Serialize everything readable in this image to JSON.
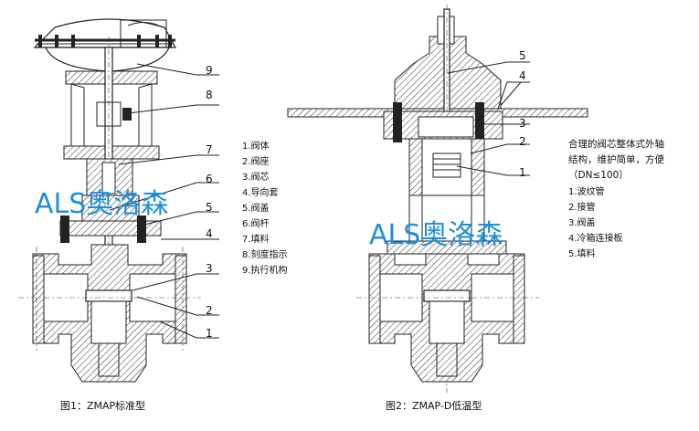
{
  "watermark": {
    "left": "ALS奥洛森",
    "right": "ALS奥洛森"
  },
  "fig1": {
    "caption": "图1：ZMAP标准型",
    "callouts": [
      "9",
      "8",
      "7",
      "6",
      "5",
      "4",
      "3",
      "2",
      "1"
    ],
    "legend": [
      "1.阀体",
      "2.阀座",
      "3.阀芯",
      "4.导向套",
      "5.阀盖",
      "6.阀杆",
      "7.填料",
      "8.刻度指示",
      "9.执行机构"
    ]
  },
  "fig2": {
    "caption": "图2：ZMAP-D低温型",
    "callouts": [
      "5",
      "4",
      "3",
      "2",
      "1"
    ],
    "description": [
      "合理的阀芯整体式外轴",
      "结构，维护简单，方便",
      "（DN≤100）"
    ],
    "legend": [
      "1.波纹管",
      "2.接管",
      "3.阀盖",
      "4.冷箱连接板",
      "5.填料"
    ]
  },
  "colors": {
    "line": "#222222",
    "watermark": "#1e8fd8"
  }
}
